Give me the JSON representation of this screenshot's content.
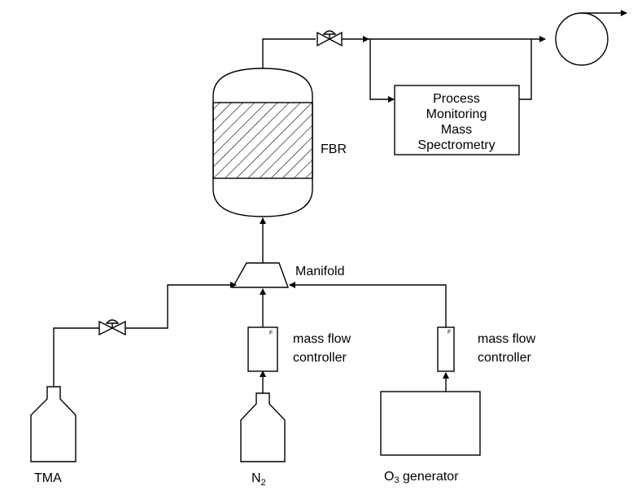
{
  "labels": {
    "fbr": "FBR",
    "manifold": "Manifold",
    "mfc1_line1": "mass flow",
    "mfc1_line2": "controller",
    "mfc2_line1": "mass flow",
    "mfc2_line2": "controller",
    "tma": "TMA",
    "n2_main": "N",
    "n2_sub": "2",
    "o3_main": "O",
    "o3_sub": "3",
    "o3_rest": " generator",
    "pm_line1": "Process",
    "pm_line2": "Monitoring",
    "pm_line3": "Mass",
    "pm_line4": "Spectrometry"
  },
  "colors": {
    "stroke": "#000000",
    "background": "#ffffff"
  },
  "icons": [
    "valve-icon",
    "vacuum-pump-icon",
    "gas-cylinder-icon"
  ]
}
